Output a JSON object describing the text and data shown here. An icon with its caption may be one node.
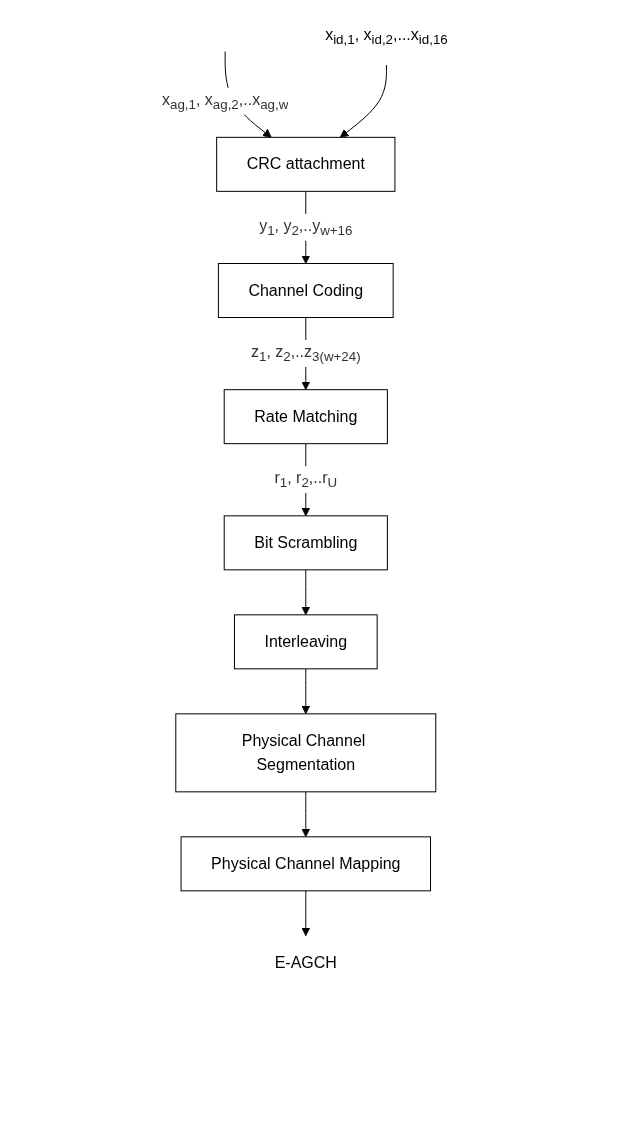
{
  "diagram": {
    "nodes": [
      {
        "text": [
          "CRC attachment"
        ]
      },
      {
        "text": [
          "Channel Coding"
        ]
      },
      {
        "text": [
          "Rate Matching"
        ]
      },
      {
        "text": [
          "Bit Scrambling"
        ]
      },
      {
        "text": [
          "Interleaving"
        ]
      },
      {
        "text": [
          "Physical Channel Segmentation"
        ]
      },
      {
        "text": [
          "Physical Channel Mapping"
        ]
      },
      {
        "text": [
          "E-AGCH"
        ]
      },
      {
        "text": [
          "x$_{id,1}$, x$_{id,2}$,...x$_{id,16}$"
        ]
      }
    ],
    "edges": [
      {
        "from": null,
        "to": 0,
        "arrow": "to",
        "label": "x$_{ag,1}$, x$_{ag,2}$,..x$_{ag,w}$"
      },
      {
        "from": 8,
        "to": 0,
        "arrow": "to"
      },
      {
        "from": 0,
        "to": 1,
        "arrow": "to",
        "label": "y$_{1}$, y$_{2}$,..y$_{w+16}$"
      },
      {
        "from": 1,
        "to": 2,
        "arrow": "to",
        "label": "z$_{1}$, z$_{2}$,..z$_{3(w+24)}$"
      },
      {
        "from": 2,
        "to": 3,
        "arrow": "to",
        "label": "r$_{1}$, r$_{2}$,..r$_{U}$"
      },
      {
        "from": 3,
        "to": 4,
        "arrow": "to"
      },
      {
        "from": 4,
        "to": 5,
        "arrow": "to"
      },
      {
        "from": 5,
        "to": 6,
        "arrow": "to"
      },
      {
        "from": 6,
        "to": 7,
        "arrow": "to"
      }
    ]
  }
}
